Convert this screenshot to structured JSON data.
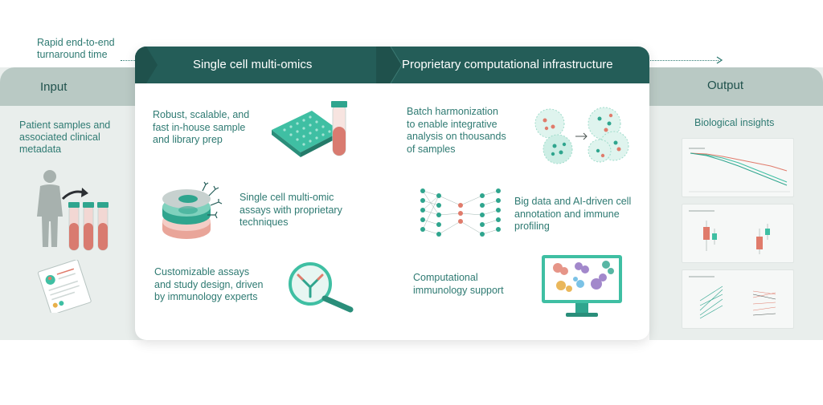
{
  "turnaround": {
    "line1": "Rapid end-to-end",
    "line2": "turnaround time"
  },
  "input": {
    "title": "Input",
    "desc": [
      "Patient samples and",
      "associated clinical",
      "metadata"
    ]
  },
  "output": {
    "title": "Output",
    "desc": "Biological insights"
  },
  "card": {
    "left_title": "Single cell multi-omics",
    "right_title": "Proprietary computational infrastructure"
  },
  "features": {
    "f1": [
      "Robust, scalable, and",
      "fast in-house sample",
      "and library prep"
    ],
    "f2": [
      "Single cell multi-omic",
      "assays with proprietary",
      "techniques"
    ],
    "f3": [
      "Customizable assays",
      "and study design, driven",
      "by immunology experts"
    ],
    "f4": [
      "Batch harmonization",
      "to enable integrative",
      "analysis on thousands",
      "of samples"
    ],
    "f5": [
      "Big data and AI-driven cell",
      "annotation and immune",
      "profiling"
    ],
    "f6": [
      "Computational",
      "immunology support"
    ]
  },
  "colors": {
    "dark_teal": "#245d58",
    "teal": "#2e7a72",
    "accent_teal": "#3fbfa3",
    "salmon": "#e07b6b",
    "band_gray": "#e9eeec"
  }
}
